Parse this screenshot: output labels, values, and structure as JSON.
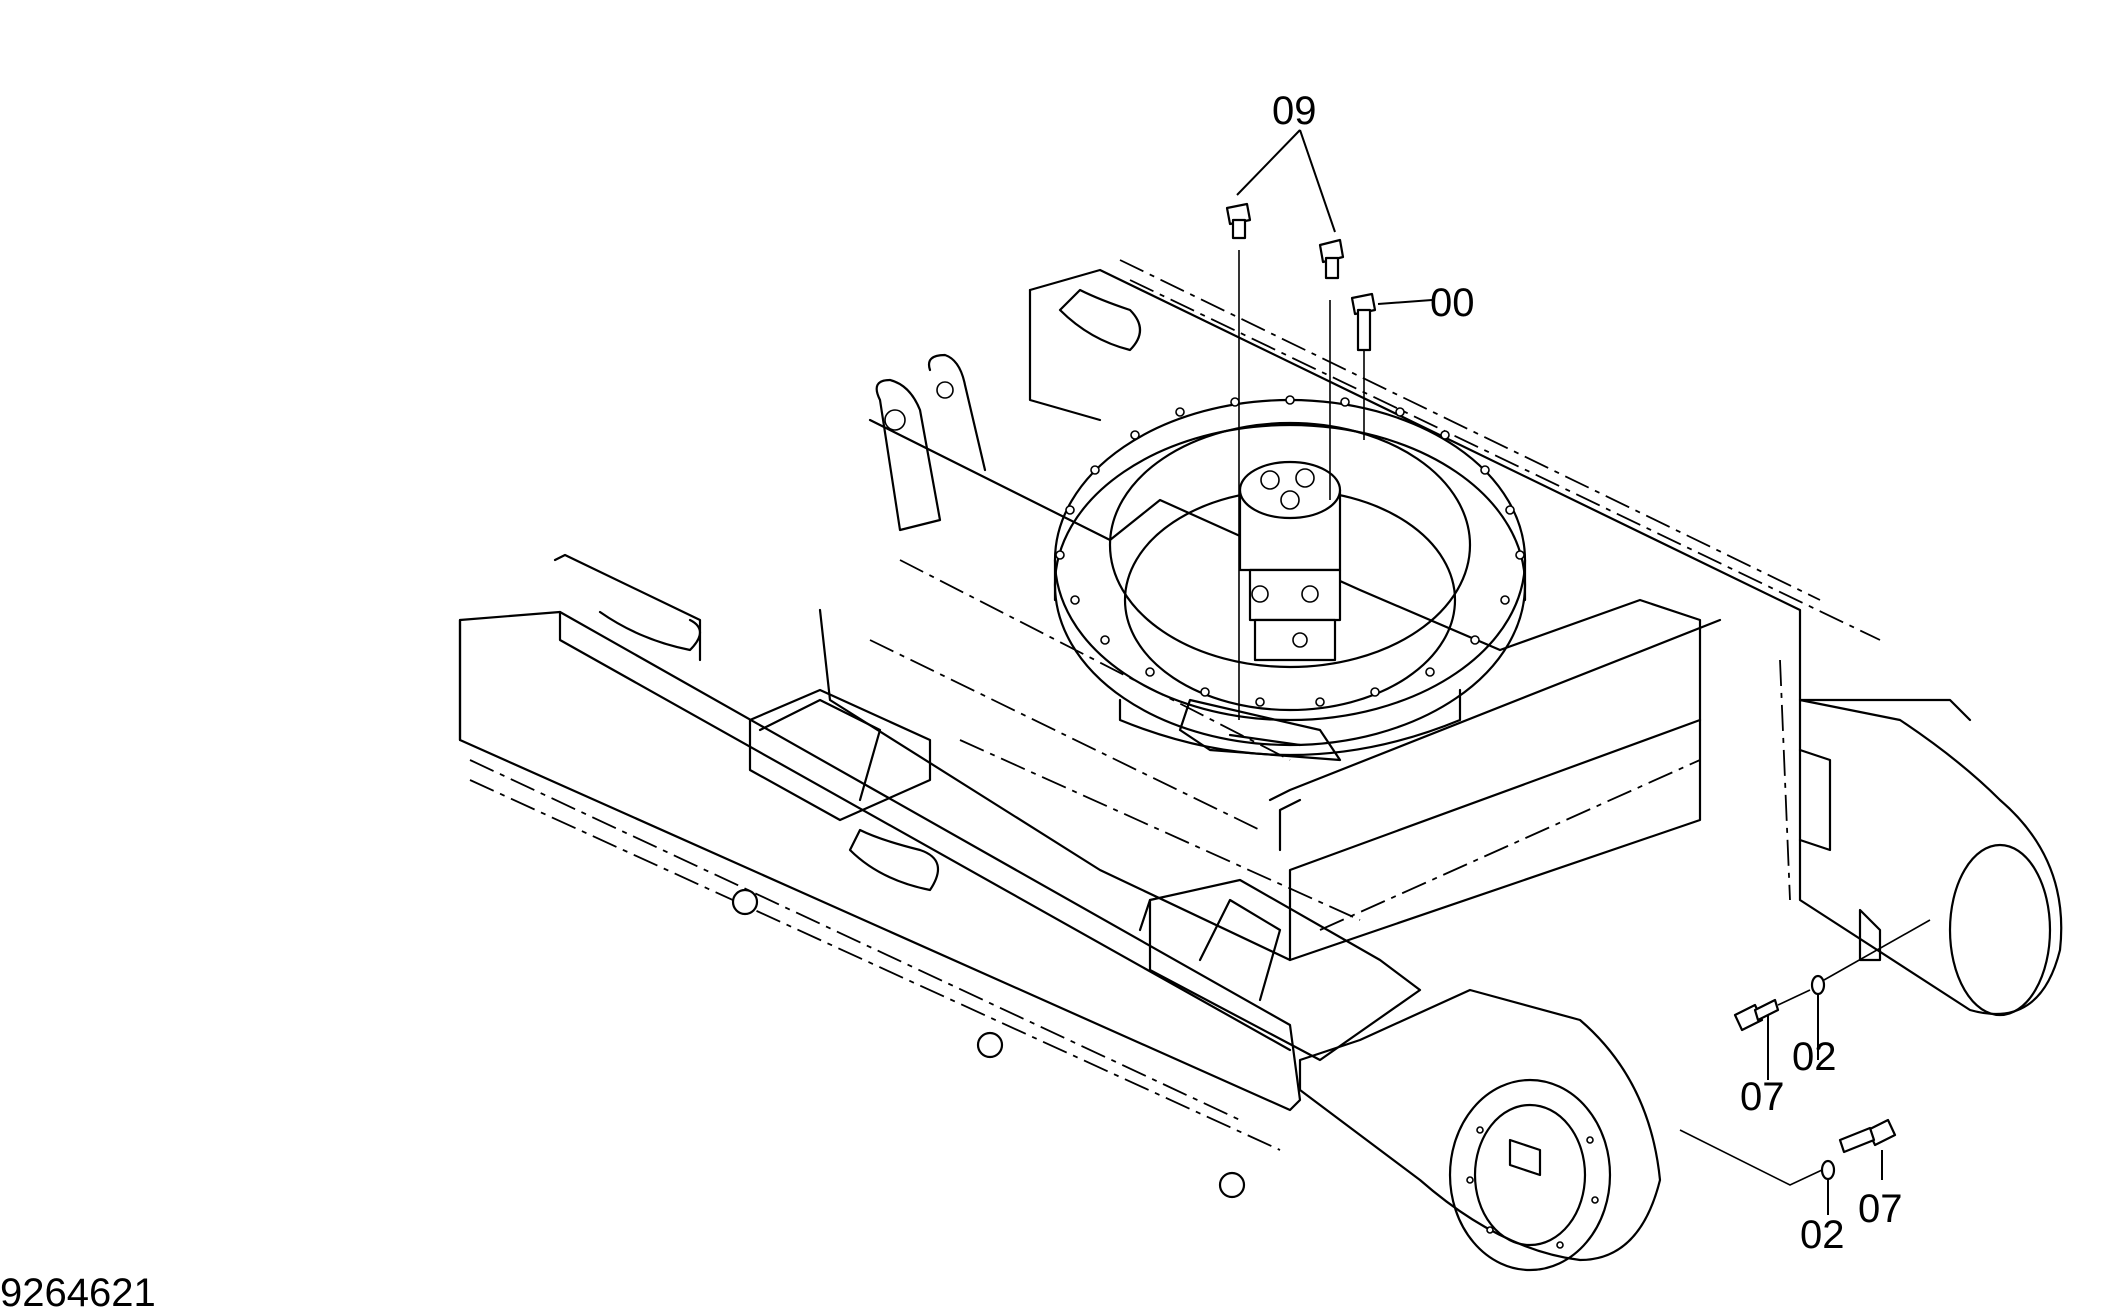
{
  "drawing_number": "9264621",
  "callouts": [
    {
      "id": "c09",
      "text": "09"
    },
    {
      "id": "c00",
      "text": "00"
    },
    {
      "id": "c02a",
      "text": "02"
    },
    {
      "id": "c07a",
      "text": "07"
    },
    {
      "id": "c02b",
      "text": "02"
    },
    {
      "id": "c07b",
      "text": "07"
    }
  ]
}
